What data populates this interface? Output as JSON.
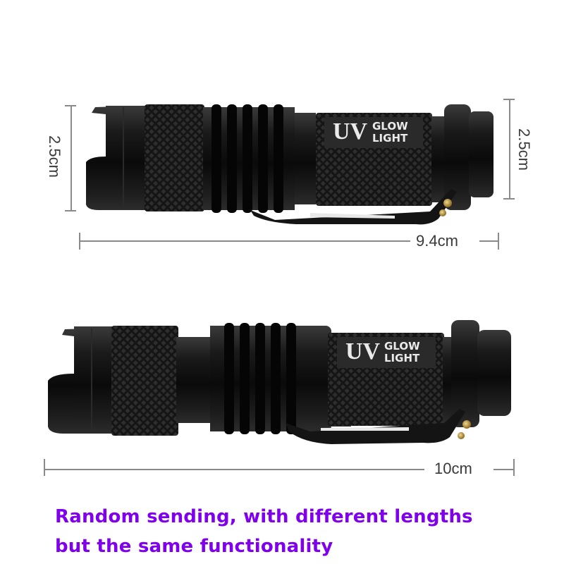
{
  "product": {
    "label_uv": "UV",
    "label_glow": "GLOW",
    "label_light": "LIGHT"
  },
  "top_flashlight": {
    "height_label": "2.5cm",
    "right_height_label": "2.5cm",
    "length_label": "9.4cm"
  },
  "bottom_flashlight": {
    "length_label": "10cm"
  },
  "caption": {
    "line1": "Random sending, with different lengths",
    "line2": "but the same functionality"
  },
  "colors": {
    "caption": "#8000ee",
    "dimension_line": "#8a8a8a",
    "dimension_text": "#3a3a3a",
    "body": "#141414",
    "screws": "#c9a545"
  }
}
